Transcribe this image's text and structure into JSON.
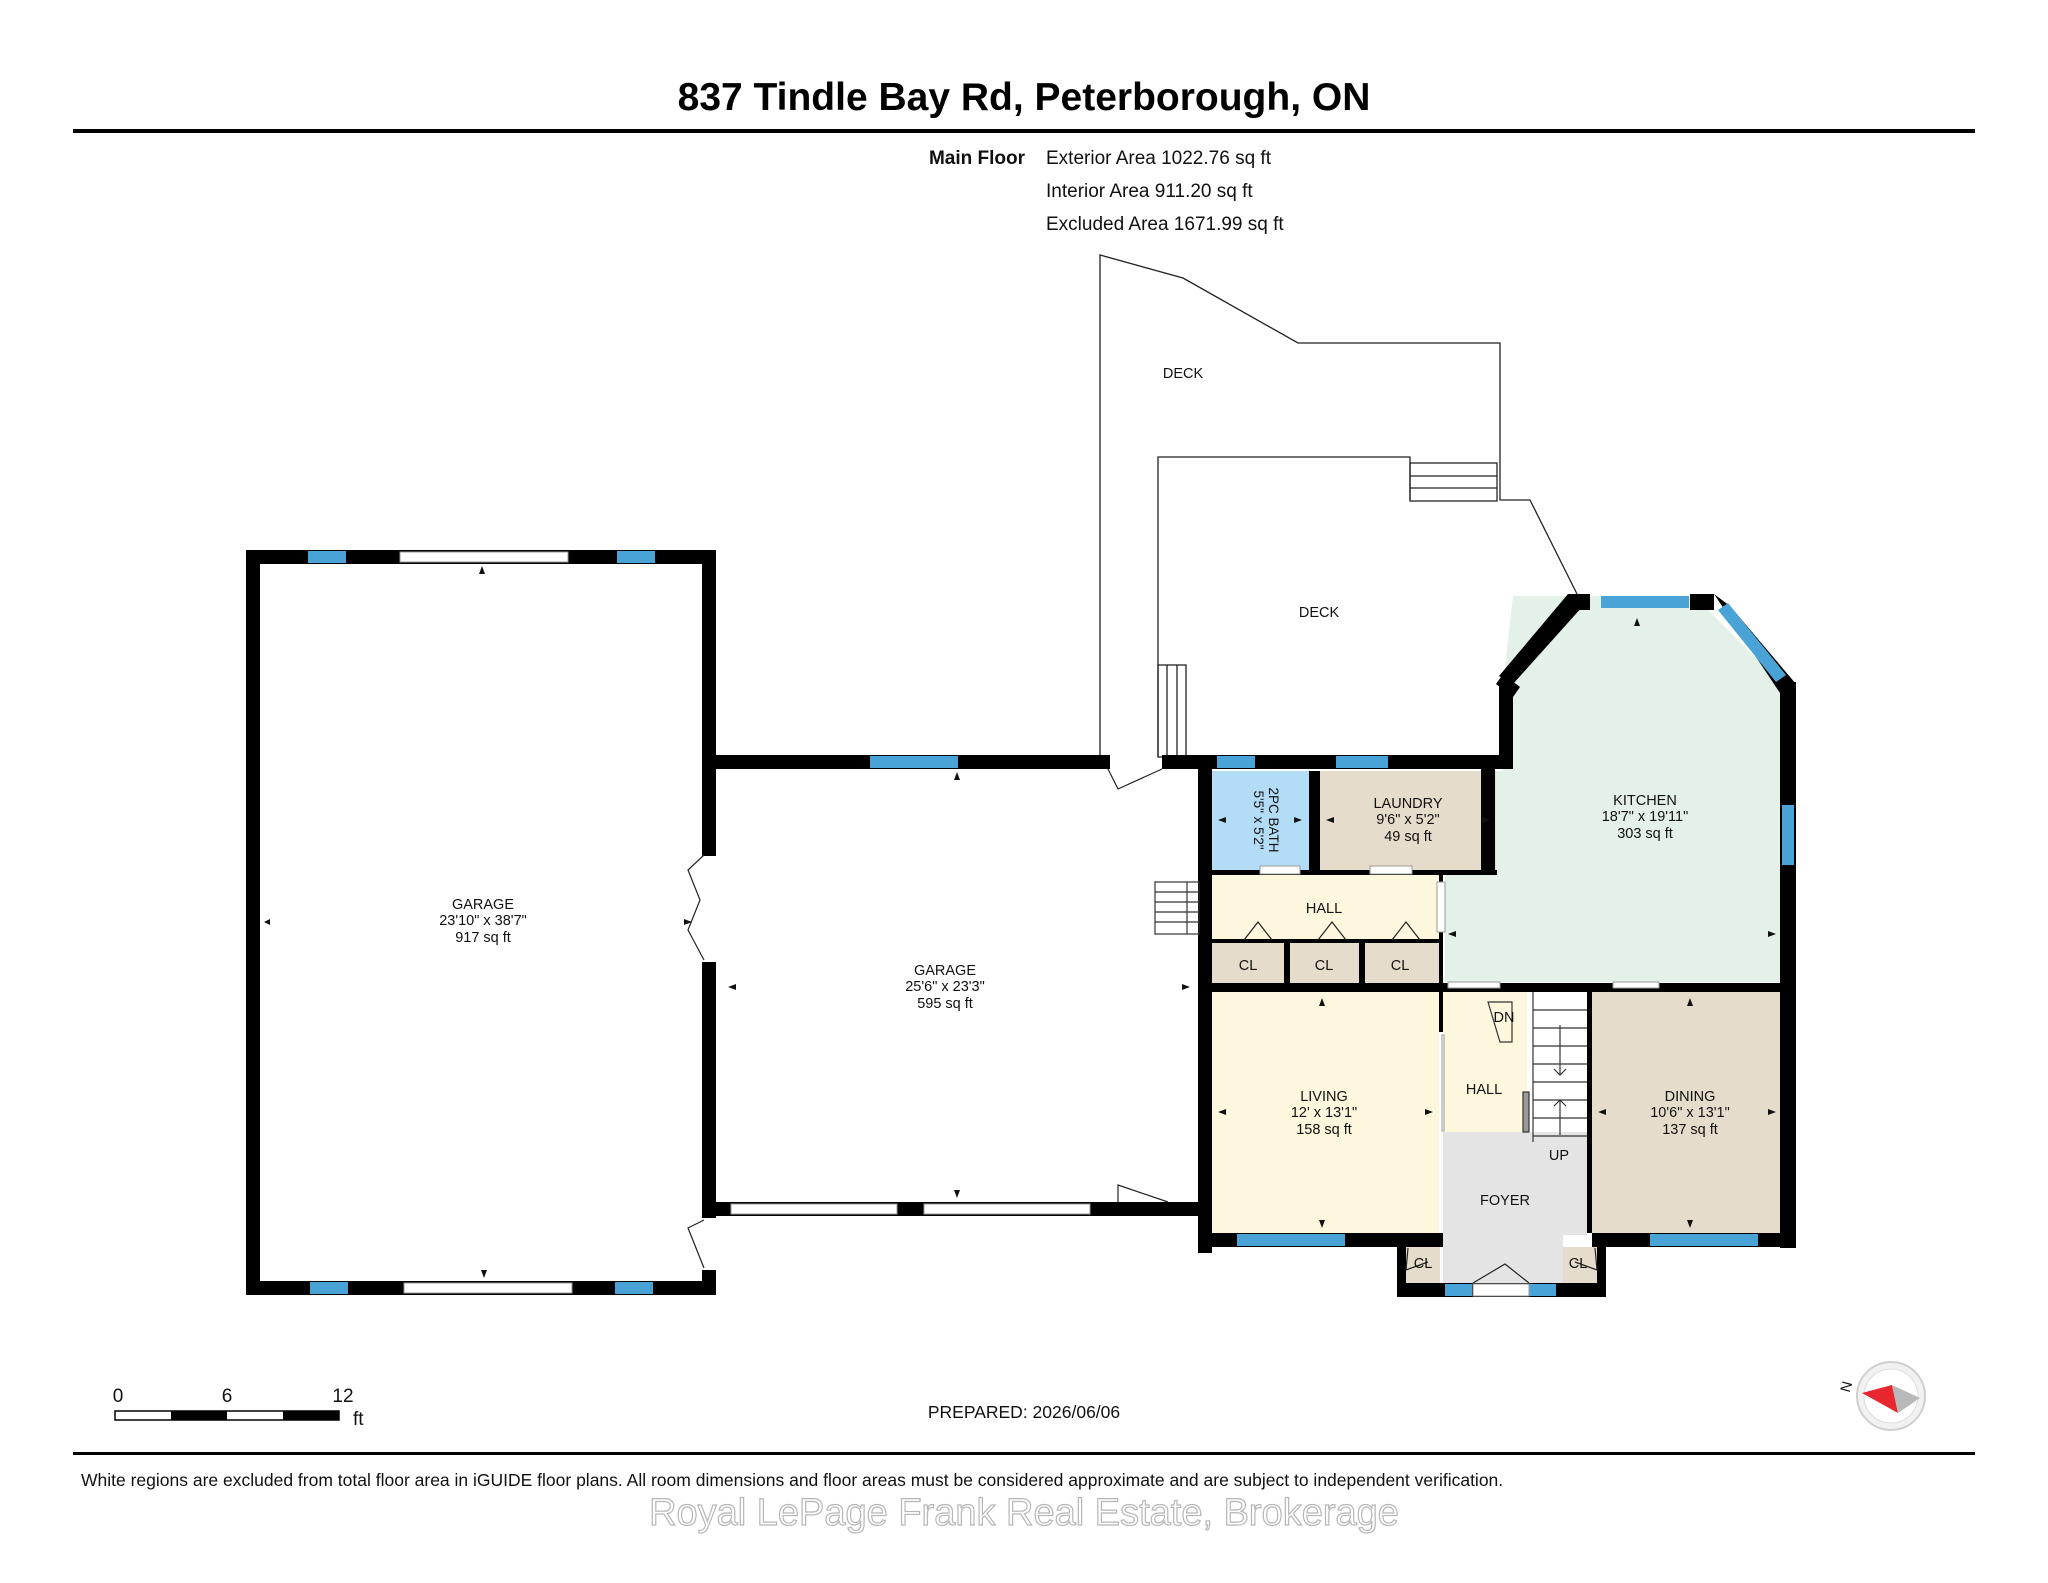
{
  "header": {
    "title": "837 Tindle Bay Rd, Peterborough, ON"
  },
  "areas": {
    "floor_label": "Main Floor",
    "exterior": "Exterior Area 1022.76 sq ft",
    "interior": "Interior Area 911.20 sq ft",
    "excluded": "Excluded Area 1671.99 sq ft"
  },
  "rooms": {
    "deck_upper": {
      "name": "DECK"
    },
    "deck_lower": {
      "name": "DECK"
    },
    "garage_left": {
      "name": "GARAGE",
      "dims": "23'10\" x 38'7\"",
      "area": "917 sq ft"
    },
    "garage_mid": {
      "name": "GARAGE",
      "dims": "25'6\" x 23'3\"",
      "area": "595 sq ft"
    },
    "bath": {
      "name": "2PC BATH",
      "dims": "5'5\" x 5'2\""
    },
    "laundry": {
      "name": "LAUNDRY",
      "dims": "9'6\" x 5'2\"",
      "area": "49 sq ft"
    },
    "kitchen": {
      "name": "KITCHEN",
      "dims": "18'7\" x 19'11\"",
      "area": "303 sq ft"
    },
    "hall_upper": {
      "name": "HALL"
    },
    "closet_1": {
      "name": "CL"
    },
    "closet_2": {
      "name": "CL"
    },
    "closet_3": {
      "name": "CL"
    },
    "living": {
      "name": "LIVING",
      "dims": "12' x 13'1\"",
      "area": "158 sq ft"
    },
    "hall_lower": {
      "name": "HALL"
    },
    "stairs_down": {
      "name": "DN"
    },
    "stairs_up": {
      "name": "UP"
    },
    "dining": {
      "name": "DINING",
      "dims": "10'6\" x 13'1\"",
      "area": "137 sq ft"
    },
    "foyer": {
      "name": "FOYER"
    },
    "closet_4": {
      "name": "CL"
    },
    "closet_5": {
      "name": "CL"
    }
  },
  "room_colors": {
    "kitchen": "#e3f1e9",
    "living": "#fdf7dd",
    "hall": "#fdf7dd",
    "laundry": "#e6dccb",
    "dining": "#e6dccb",
    "bath": "#b3dcf6",
    "closet": "#e6dccb",
    "foyer": "#e4e4e4",
    "window": "#4aa3d6"
  },
  "scale": {
    "ticks": [
      "0",
      "6",
      "12"
    ],
    "unit": "ft"
  },
  "prepared": "PREPARED: 2026/06/06",
  "compass": {
    "letter": "N",
    "icon": "compass-icon"
  },
  "footer": {
    "disclaimer": "White regions are excluded from total floor area in iGUIDE floor plans. All room dimensions and floor areas must be considered approximate and are subject to independent verification.",
    "watermark": "Royal LePage Frank Real Estate, Brokerage"
  }
}
